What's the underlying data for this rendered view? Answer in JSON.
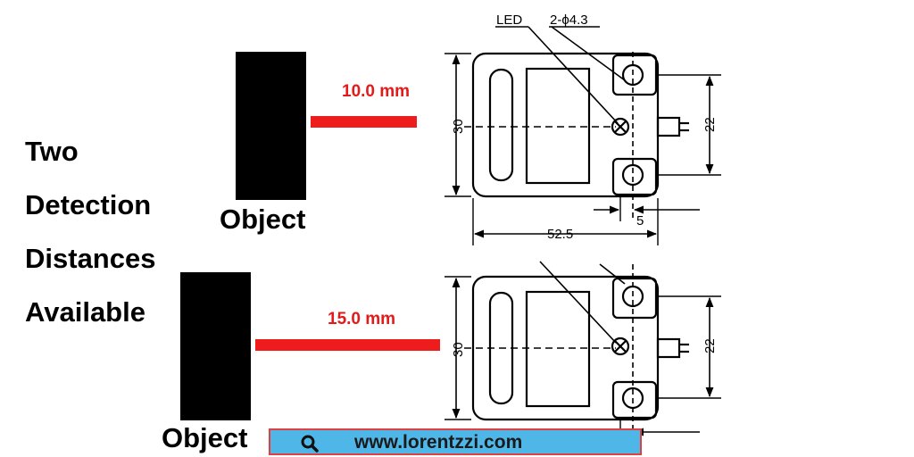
{
  "headline": {
    "lines": [
      "Two",
      "Detection",
      "Distances",
      "Available"
    ]
  },
  "panels": [
    {
      "distance_label": "10.0 mm",
      "object_label": "Object"
    },
    {
      "distance_label": "15.0 mm",
      "object_label": "Object"
    }
  ],
  "drawing_labels": {
    "led": "LED",
    "hole_spec": "2-ϕ4.3",
    "height": "30",
    "hole_spacing": "22",
    "offset": "5",
    "width": "52.5"
  },
  "footer": {
    "url": "www.lorentzzi.com",
    "icon": "search-icon"
  },
  "colors": {
    "accent_red": "#ee1c1c",
    "url_bar_bg": "#4fb6e8",
    "url_bar_border": "#e04040"
  }
}
